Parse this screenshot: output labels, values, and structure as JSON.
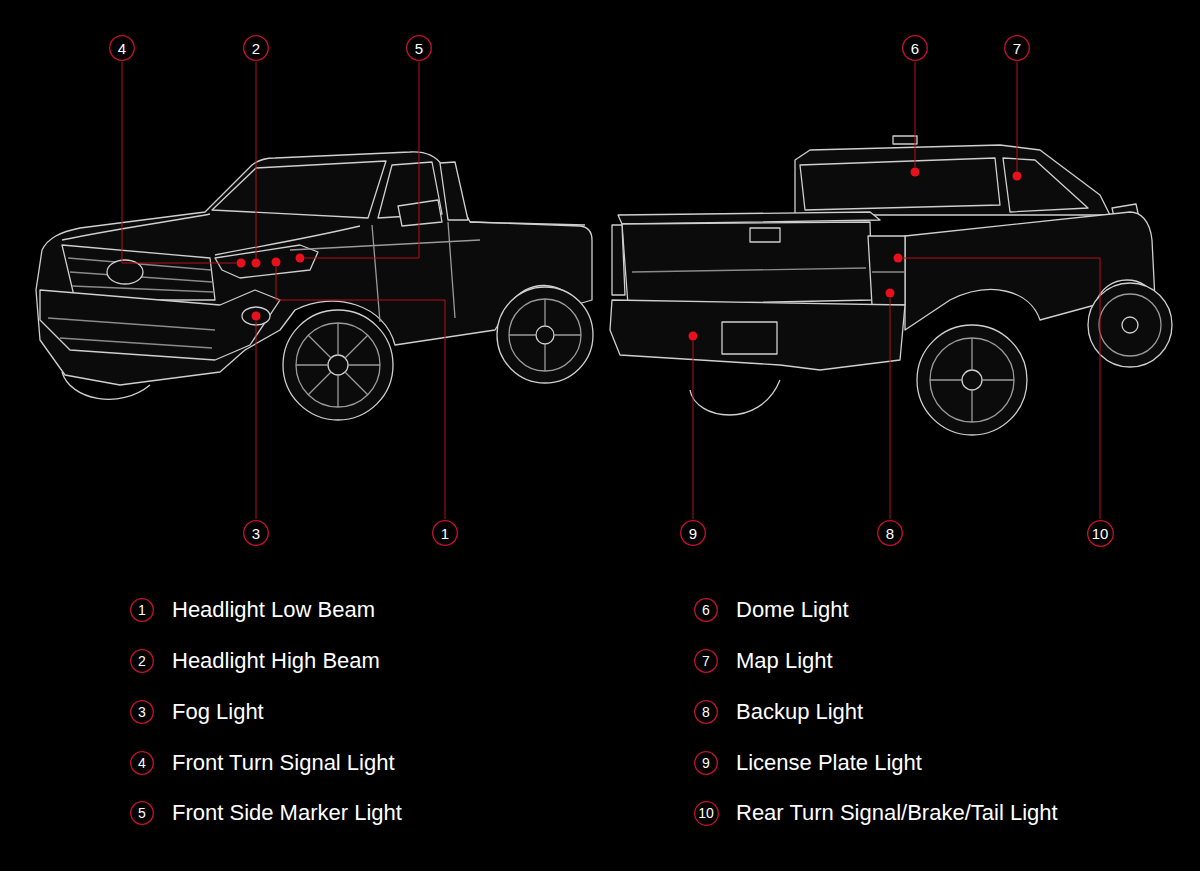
{
  "diagram": {
    "nodes": [
      {
        "text": [
          "4"
        ]
      },
      {
        "text": [
          "2"
        ]
      },
      {
        "text": [
          "5"
        ]
      },
      {
        "text": [
          "6"
        ]
      },
      {
        "text": [
          "7"
        ]
      },
      {
        "text": [
          "3"
        ]
      },
      {
        "text": [
          "1"
        ]
      },
      {
        "text": [
          "9"
        ]
      },
      {
        "text": [
          "8"
        ]
      },
      {
        "text": [
          "10"
        ]
      },
      {
        "text": [
          "1"
        ]
      },
      {
        "text": [
          "6"
        ]
      },
      {
        "text": [
          "2"
        ]
      },
      {
        "text": [
          "7"
        ]
      },
      {
        "text": [
          "3"
        ]
      },
      {
        "text": [
          "8"
        ]
      },
      {
        "text": [
          "4"
        ]
      },
      {
        "text": [
          "9"
        ]
      },
      {
        "text": [
          "5"
        ]
      },
      {
        "text": [
          "10"
        ]
      }
    ],
    "labels": [
      "Headlight Low Beam",
      "Dome Light",
      "Headlight High Beam",
      "Map Light",
      "Fog Light",
      "Backup Light",
      "Front Turn Signal Light",
      "License Plate Light",
      "Front Side Marker Light",
      "Rear Turn Signal/Brake/Tail Light"
    ]
  }
}
